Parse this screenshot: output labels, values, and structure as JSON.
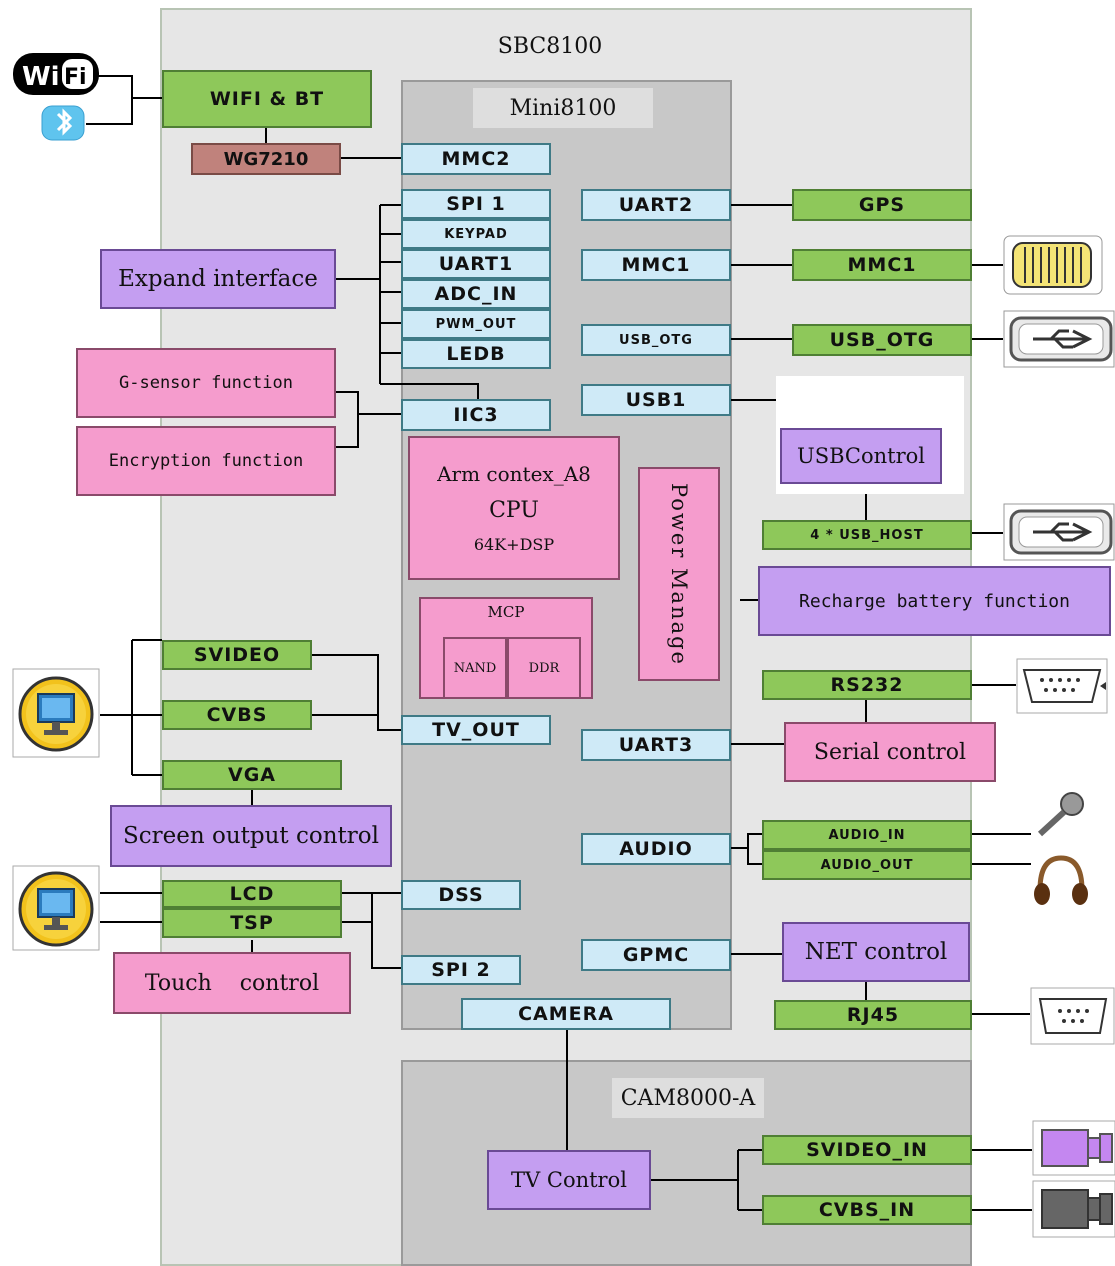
{
  "sbc": "SBC8100",
  "mini": "Mini8100",
  "cam": "CAM8000-A",
  "wifi_bt": "WIFI & BT",
  "wg7210": "WG7210",
  "wifi_logo": "Wi Fi",
  "mmc2": "MMC2",
  "spi1": "SPI 1",
  "keypad": "KEYPAD",
  "uart1": "UART1",
  "adc_in": "ADC_IN",
  "pwm_out": "PWM_OUT",
  "ledb": "LEDB",
  "iic3": "IIC3",
  "uart2": "UART2",
  "mmc1_mini": "MMC1",
  "usb_otg_mini": "USB_OTG",
  "usb1": "USB1",
  "gps": "GPS",
  "mmc1_out": "MMC1",
  "usb_otg_out": "USB_OTG",
  "usb_control": "USBControl",
  "usb_host": "4 * USB_HOST",
  "expand_interface": "Expand interface",
  "gsensor": "G-sensor function",
  "encryption": "Encryption function",
  "cpu_line1": "Arm contex_A8",
  "cpu_line2": "CPU",
  "cpu_line3": "64K+DSP",
  "power_manage": "Power Manage",
  "mcp": "MCP",
  "nand": "NAND",
  "ddr": "DDR",
  "recharge": "Recharge battery function",
  "svideo": "SVIDEO",
  "cvbs": "CVBS",
  "vga": "VGA",
  "tv_out": "TV_OUT",
  "screen_output": "Screen output control",
  "rs232": "RS232",
  "uart3": "UART3",
  "serial_control": "Serial control",
  "audio": "AUDIO",
  "audio_in": "AUDIO_IN",
  "audio_out": "AUDIO_OUT",
  "lcd": "LCD",
  "tsp": "TSP",
  "dss": "DSS",
  "spi2": "SPI 2",
  "touch_control": "Touch    control",
  "gpmc": "GPMC",
  "net_control": "NET control",
  "rj45": "RJ45",
  "camera": "CAMERA",
  "tv_control": "TV Control",
  "svideo_in": "SVIDEO_IN",
  "cvbs_in": "CVBS_IN",
  "colors": {
    "board": "#e6e6e6",
    "mini": "#c8c8c8",
    "blue": "#cfeaf7",
    "green": "#8ec85a",
    "purple": "#c49ef1",
    "pink": "#f59ccd",
    "brown": "#c0827c"
  },
  "icons": [
    "wifi-logo-icon",
    "bluetooth-icon",
    "sd-card-icon",
    "usb-otg-icon",
    "usb-host-icon",
    "serial-port-icon",
    "monitor-icon",
    "microphone-icon",
    "headphones-icon",
    "rj45-port-icon",
    "camera-icon"
  ]
}
